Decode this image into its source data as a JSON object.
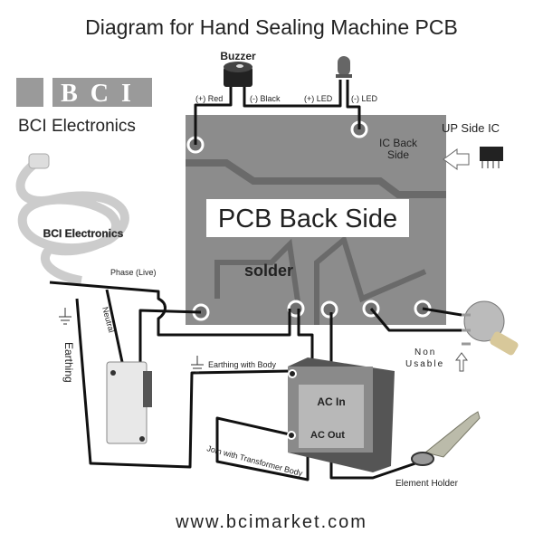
{
  "title": "Diagram for Hand Sealing Machine PCB",
  "logo": {
    "mark": "BCI",
    "name": "BCI Electronics"
  },
  "cable_label": "BCI Electronics",
  "buzzer": {
    "label": "Buzzer",
    "pos": "(+) Red",
    "neg": "(-) Black"
  },
  "led": {
    "pos": "(+) LED",
    "neg": "(-) LED"
  },
  "ic": {
    "up_side": "UP Side IC",
    "back_line1": "IC Back",
    "back_line2": "Side"
  },
  "pcb": {
    "label": "PCB Back Side",
    "solder": "solder"
  },
  "wires": {
    "phase": "Phase (Live)",
    "neutral": "Neutral",
    "earthing": "Earthing",
    "earthing_body": "Earthing with Body",
    "join_body": "Join with Transformer Body"
  },
  "transformer": {
    "ac_in": "AC In",
    "ac_out": "AC Out"
  },
  "pot": {
    "non": "Non",
    "usable": "Usable"
  },
  "element_holder": "Element Holder",
  "footer_url": "www.bcimarket.com"
}
